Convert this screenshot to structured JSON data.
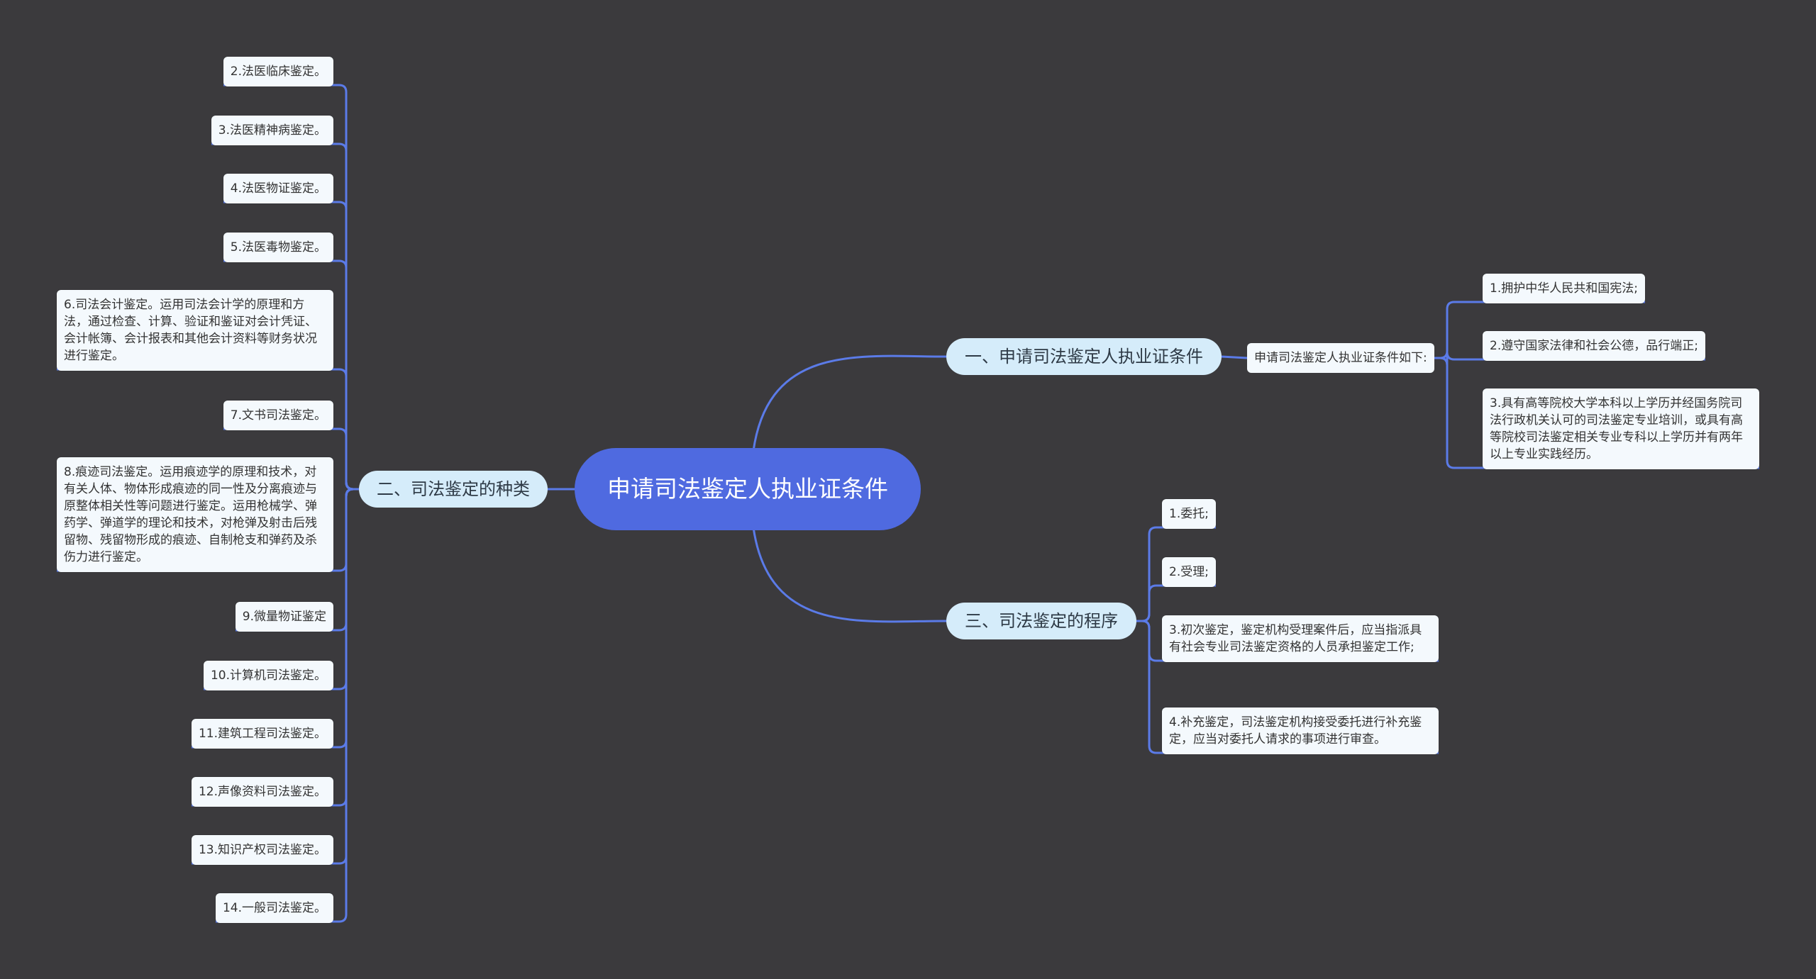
{
  "root": {
    "title": "申请司法鉴定人执业证条件"
  },
  "branches": {
    "conditions": {
      "label": "一、申请司法鉴定人执业证条件",
      "intro": "申请司法鉴定人执业证条件如下:",
      "items": [
        "1.拥护中华人民共和国宪法;",
        "2.遵守国家法律和社会公德，品行端正;",
        "3.具有高等院校大学本科以上学历并经国务院司法行政机关认可的司法鉴定专业培训，或具有高等院校司法鉴定相关专业专科以上学历并有两年以上专业实践经历。"
      ]
    },
    "types": {
      "label": "二、司法鉴定的种类",
      "items": [
        "2.法医临床鉴定。",
        "3.法医精神病鉴定。",
        "4.法医物证鉴定。",
        "5.法医毒物鉴定。",
        "6.司法会计鉴定。运用司法会计学的原理和方法，通过检查、计算、验证和鉴证对会计凭证、会计帐簿、会计报表和其他会计资料等财务状况进行鉴定。",
        "7.文书司法鉴定。",
        "8.痕迹司法鉴定。运用痕迹学的原理和技术，对有关人体、物体形成痕迹的同一性及分离痕迹与原整体相关性等问题进行鉴定。运用枪械学、弹药学、弹道学的理论和技术，对枪弹及射击后残留物、残留物形成的痕迹、自制枪支和弹药及杀伤力进行鉴定。",
        "9.微量物证鉴定",
        "10.计算机司法鉴定。",
        "11.建筑工程司法鉴定。",
        "12.声像资料司法鉴定。",
        "13.知识产权司法鉴定。",
        "14.一般司法鉴定。"
      ]
    },
    "procedure": {
      "label": "三、司法鉴定的程序",
      "items": [
        "1.委托;",
        "2.受理;",
        "3.初次鉴定，鉴定机构受理案件后，应当指派具有社会专业司法鉴定资格的人员承担鉴定工作;",
        "4.补充鉴定，司法鉴定机构接受委托进行补充鉴定，应当对委托人请求的事项进行审查。"
      ]
    }
  },
  "colors": {
    "background": "#3b3a3d",
    "root_fill": "#4f6ae0",
    "branch_fill": "#d5ecfa",
    "leaf_fill": "#f4f9fd",
    "connector": "#5b7be8"
  }
}
